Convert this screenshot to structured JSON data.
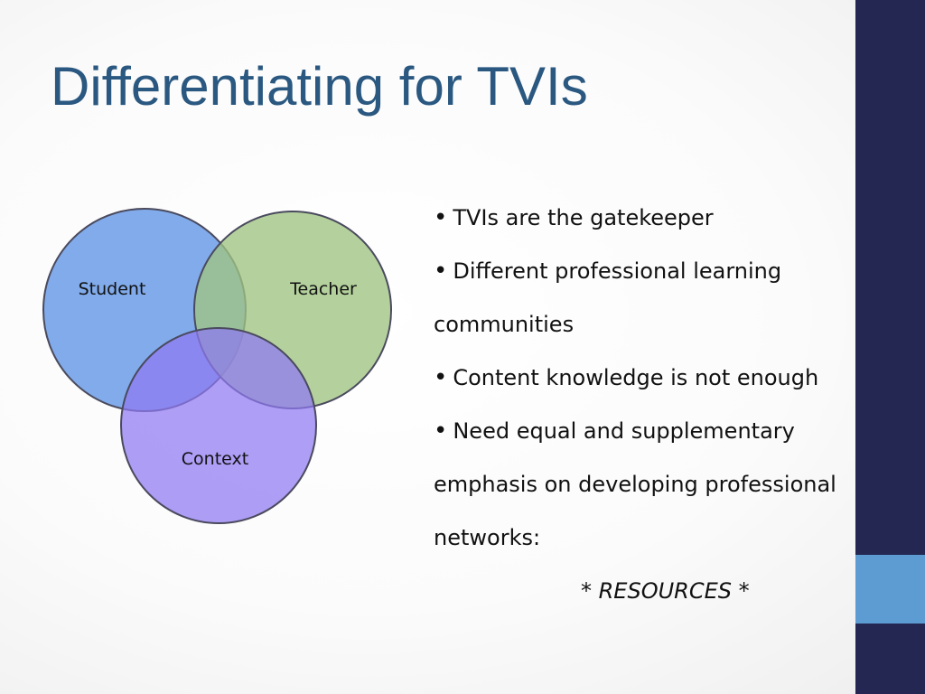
{
  "slide": {
    "title": "Differentiating for TVIs"
  },
  "venn": {
    "circles": [
      {
        "label": "Student",
        "color": "#6f9fe7"
      },
      {
        "label": "Teacher",
        "color": "#9fc482"
      },
      {
        "label": "Context",
        "color": "#8f78f3"
      }
    ]
  },
  "bullets": {
    "items": [
      {
        "bullet": "•",
        "lines": [
          "TVIs are the gatekeeper"
        ]
      },
      {
        "bullet": "•",
        "lines": [
          "Different professional learning",
          "communities"
        ]
      },
      {
        "bullet": "•",
        "lines": [
          "Content knowledge is not enough"
        ]
      },
      {
        "bullet": "•",
        "lines": [
          "Need equal and supplementary",
          "emphasis on developing professional",
          "networks:"
        ]
      }
    ],
    "resources": "* RESOURCES *"
  },
  "colors": {
    "title": "#2a5880",
    "side_band": "#232752",
    "side_accent": "#5d9cd3"
  }
}
